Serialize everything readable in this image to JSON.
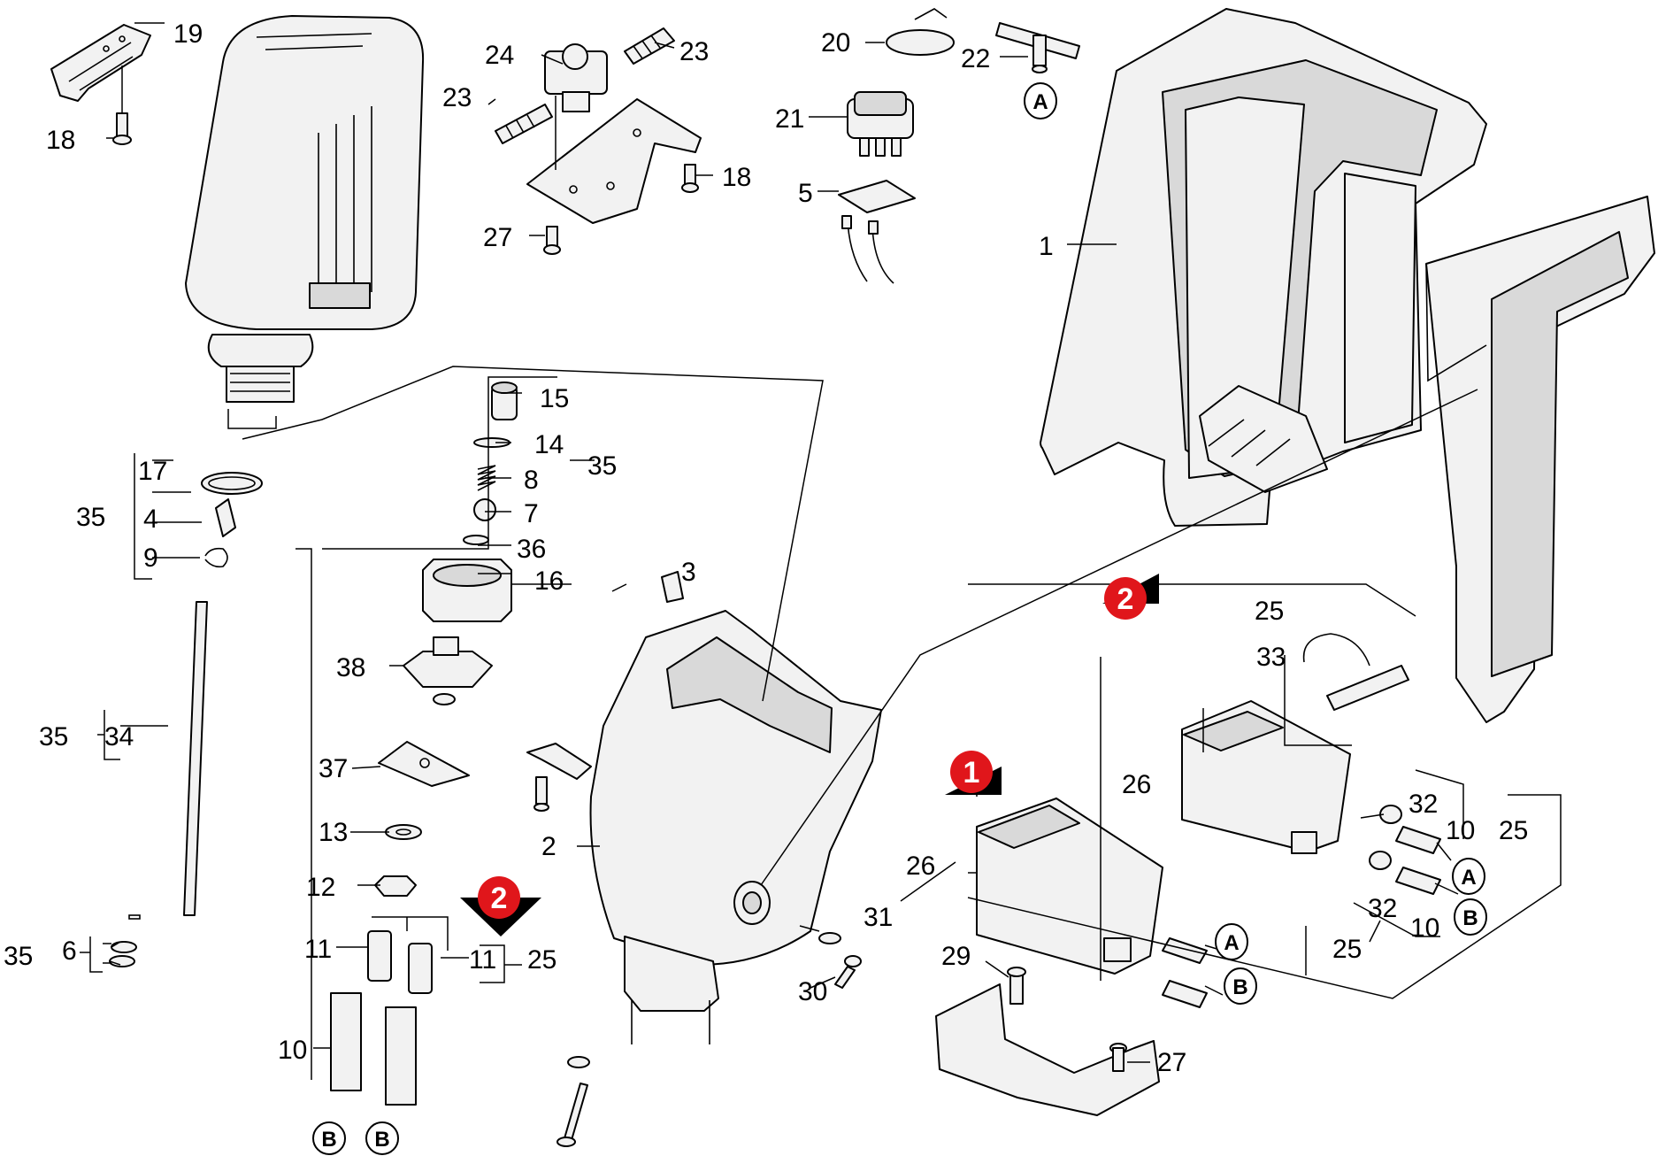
{
  "labels": {
    "n1": "1",
    "n2": "2",
    "n3": "3",
    "n4": "4",
    "n5": "5",
    "n6": "6",
    "n7": "7",
    "n8": "8",
    "n9": "9",
    "n10": "10",
    "n11": "11",
    "n12": "12",
    "n13": "13",
    "n14": "14",
    "n15": "15",
    "n16": "16",
    "n17": "17",
    "n18": "18",
    "n19": "19",
    "n20": "20",
    "n21": "21",
    "n22": "22",
    "n23": "23",
    "n24": "24",
    "n25": "25",
    "n26": "26",
    "n27": "27",
    "n29": "29",
    "n30": "30",
    "n31": "31",
    "n32": "32",
    "n33": "33",
    "n34": "34",
    "n35": "35",
    "n36": "36",
    "n37": "37",
    "n38": "38"
  },
  "connectors": {
    "a": "A",
    "b": "B"
  },
  "badges": {
    "one": "1",
    "two": "2"
  },
  "colors": {
    "badge_red": "#e0161b",
    "line": "#000000",
    "part_fill": "#f2f2f2"
  },
  "icons": {
    "badge_marker": "red-circle-with-black-arrow-icon",
    "connector_marker": "circled-letter-icon"
  }
}
